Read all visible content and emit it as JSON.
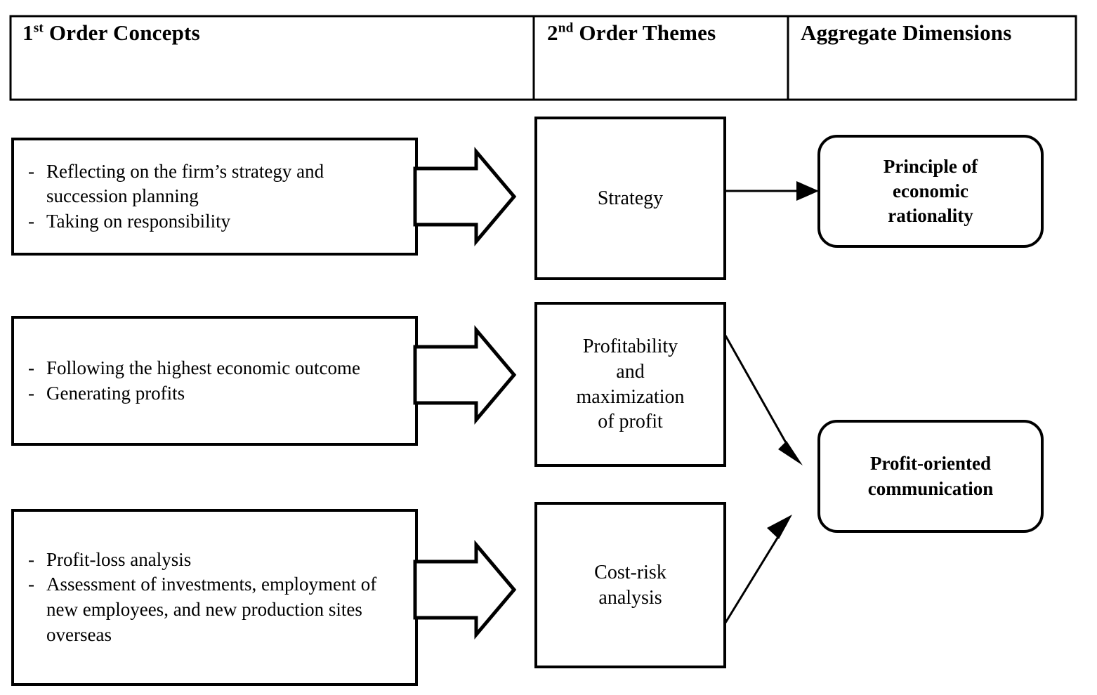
{
  "figure": {
    "type": "gioia-data-structure-diagram",
    "columns": [
      {
        "id": "first-order",
        "label_prefix": "1",
        "label_sup": "st",
        "label_rest": " Order Concepts"
      },
      {
        "id": "second-order",
        "label_prefix": "2",
        "label_sup": "nd",
        "label_rest": " Order Themes"
      },
      {
        "id": "aggregate",
        "label_prefix": "",
        "label_sup": "",
        "label_rest": "Aggregate Dimensions"
      }
    ],
    "first_order_concepts": [
      {
        "id": "concepts-strategy",
        "items": [
          "Reflecting on the firm’s strategy and succession planning",
          "Taking on responsibility"
        ]
      },
      {
        "id": "concepts-profitability",
        "items": [
          "Following the highest economic outcome",
          "Generating profits"
        ]
      },
      {
        "id": "concepts-cost-risk",
        "items": [
          "Profit-loss analysis",
          "Assessment of investments, employment of new employees, and new production sites overseas"
        ]
      }
    ],
    "second_order_themes": [
      {
        "id": "theme-strategy",
        "lines": [
          "Strategy"
        ]
      },
      {
        "id": "theme-profitability",
        "lines": [
          "Profitability",
          "and",
          "maximization",
          "of profit"
        ]
      },
      {
        "id": "theme-cost-risk",
        "lines": [
          "Cost-risk",
          "analysis"
        ]
      }
    ],
    "aggregate_dimensions": [
      {
        "id": "dimension-economic-rationality",
        "lines": [
          "Principle of",
          "economic",
          "rationality"
        ]
      },
      {
        "id": "dimension-profit-communication",
        "lines": [
          "Profit-oriented",
          "communication"
        ]
      }
    ],
    "colors": {
      "stroke": "#000000",
      "fill": "#ffffff",
      "text": "#000000"
    }
  }
}
